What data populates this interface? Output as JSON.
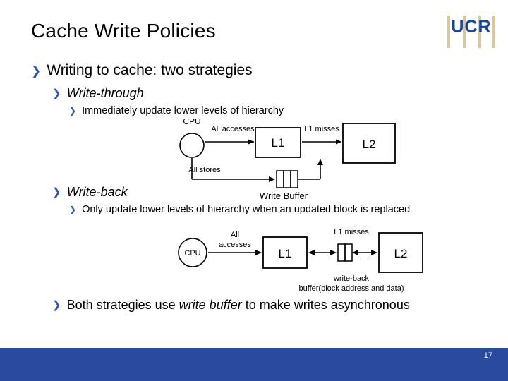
{
  "logo": {
    "text": "UCR",
    "accent_color": "#1746a0",
    "bar_color": "#d9c89a"
  },
  "title": "Cache Write Policies",
  "bullets": {
    "level1": "Writing to cache:  two strategies",
    "write_through": {
      "heading": "Write-through",
      "detail": "Immediately update lower levels of hierarchy"
    },
    "write_back": {
      "heading": "Write-back",
      "detail": "Only update lower levels of hierarchy when an updated block is replaced"
    },
    "both": {
      "prefix": "Both strategies use ",
      "emphasis": "write buffer",
      "suffix": " to make writes asynchronous"
    }
  },
  "figure_write_through": {
    "cpu_label": "CPU",
    "all_accesses_label": "All accesses",
    "l1_label": "L1",
    "l1_misses_label": "L1 misses",
    "l2_label": "L2",
    "all_stores_label": "All stores",
    "write_buffer_label": "Write Buffer"
  },
  "figure_write_back": {
    "cpu_label": "CPU",
    "all_accesses_line1": "All",
    "all_accesses_line2": "accesses",
    "l1_label": "L1",
    "l1_misses_label": "L1 misses",
    "l2_label": "L2",
    "buffer_line1": "write-back",
    "buffer_line2": "buffer(block address and data)"
  },
  "footer": {
    "page_number": "17",
    "bar_color": "#2a4aa0"
  }
}
